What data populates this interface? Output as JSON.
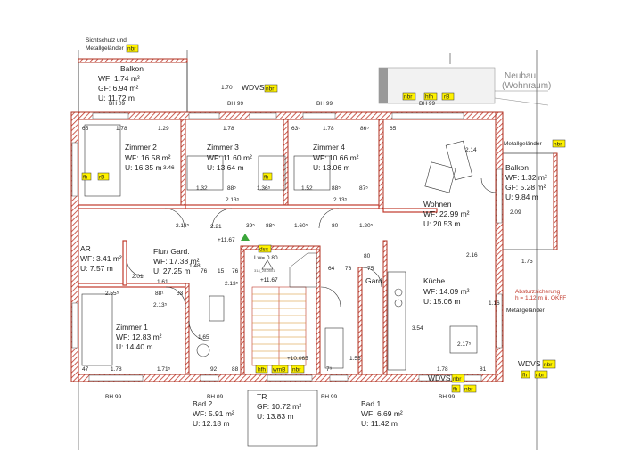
{
  "tags": {
    "nbr": "nbr",
    "hfh": "hfh",
    "rB": "rB",
    "fh": "fh",
    "dss": "dss",
    "wmB": "wmB"
  },
  "outside": {
    "sichtschutz_line1": "Sichtschutz und",
    "sichtschutz_line2": "Metallgeländer",
    "wdvs": "WDVS",
    "neubau_line1": "Neubau",
    "neubau_line2": "(Wohnraum)",
    "metallgelaender": "Metallgeländer",
    "absturz_line1": "Absturzsicherung",
    "absturz_line2": "h = 1,12 m ü. OKFF",
    "metallgelaender2": "Metallgeländer",
    "wdvs_right": "WDVS",
    "wdvs_bottom": "WDVS"
  },
  "rooms": {
    "balkon_top": {
      "name": "Balkon",
      "wf": "WF: 1.74 m²",
      "gf": "GF: 6.94 m²",
      "u": "U: 11.72 m"
    },
    "zimmer2": {
      "name": "Zimmer 2",
      "wf": "WF: 16.58 m²",
      "u": "U: 16.35 m"
    },
    "zimmer3": {
      "name": "Zimmer 3",
      "wf": "WF: 11.60 m²",
      "u": "U: 13.64 m"
    },
    "zimmer4": {
      "name": "Zimmer 4",
      "wf": "WF: 10.66 m²",
      "u": "U: 13.06 m"
    },
    "wohnen": {
      "name": "Wohnen",
      "wf": "WF: 22.99 m²",
      "u": "U: 20.53 m"
    },
    "balkon_right": {
      "name": "Balkon",
      "wf": "WF: 1.32 m²",
      "gf": "GF: 5.28 m²",
      "u": "U: 9.84 m"
    },
    "ar": {
      "name": "AR",
      "wf": "WF: 3.41 m²",
      "u": "U: 7.57 m"
    },
    "flur": {
      "name": "Flur/ Gard.",
      "wf": "WF: 17.38 m²",
      "u": "U: 27.25 m"
    },
    "kueche": {
      "name": "Küche",
      "wf": "WF: 14.09 m²",
      "u": "U: 15.06 m"
    },
    "zimmer1": {
      "name": "Zimmer 1",
      "wf": "WF: 12.83 m²",
      "u": "U: 14.40 m"
    },
    "bad2": {
      "name": "Bad 2",
      "wf": "WF: 5.91 m²",
      "u": "U: 12.18 m"
    },
    "tr": {
      "name": "TR",
      "gf": "GF: 10.72 m²",
      "u": "U: 13.83 m"
    },
    "bad1": {
      "name": "Bad 1",
      "wf": "WF: 6.69 m²",
      "u": "U: 11.42 m"
    },
    "gard": {
      "name": "Gard."
    }
  },
  "levels": {
    "l1": "+11.67",
    "l2": "+11.67",
    "l3": "+10.065",
    "lw": "Lw= 0.80",
    "ref": "314_28.0501"
  },
  "dims": {
    "d178a": "1.78",
    "d129": "1.29",
    "d178b": "1.78",
    "d63": "63⁵",
    "d178c": "1.78",
    "d86": "86⁵",
    "d65a": "65",
    "d65b": "65",
    "d214": "2.14",
    "d170": "1.70",
    "d346": "3.46",
    "d132": "1.32",
    "d88a": "88⁵",
    "d136": "1.36⁵",
    "d152": "1.52",
    "d88b": "88⁵",
    "d87": "87⁵",
    "d213a": "2.13⁵",
    "d213b": "2.13⁵",
    "d213c": "2.13⁵",
    "d213d": "2.13⁵",
    "d213e": "2.13⁵",
    "d221": "2.21",
    "d39": "39⁵",
    "d88c": "88⁵",
    "d160": "1.60⁵",
    "d80a": "80",
    "d120": "1.20⁵",
    "d255": "2.55⁵",
    "d88d": "88¹",
    "d53": "53",
    "d76a": "76",
    "d15": "15",
    "d76b": "76",
    "d64": "64",
    "d76c": "76",
    "d75": "75",
    "d80b": "80",
    "d201": "2.01",
    "d47": "47",
    "d178d": "1.78",
    "d171": "1.71⁵",
    "d92": "92",
    "d88e": "88",
    "d79": "7⁹",
    "d155": "1.55",
    "d178e": "1.78",
    "d81": "81",
    "d175": "1.75",
    "d354": "3.54",
    "d116": "1.16",
    "d216": "2.16",
    "d217": "2.17⁵",
    "d209": "2.09",
    "d161": "1.61",
    "d148": "1.48",
    "d165": "1.65"
  },
  "bh": {
    "bh99": "BH 99",
    "bh09": "BH 09"
  }
}
